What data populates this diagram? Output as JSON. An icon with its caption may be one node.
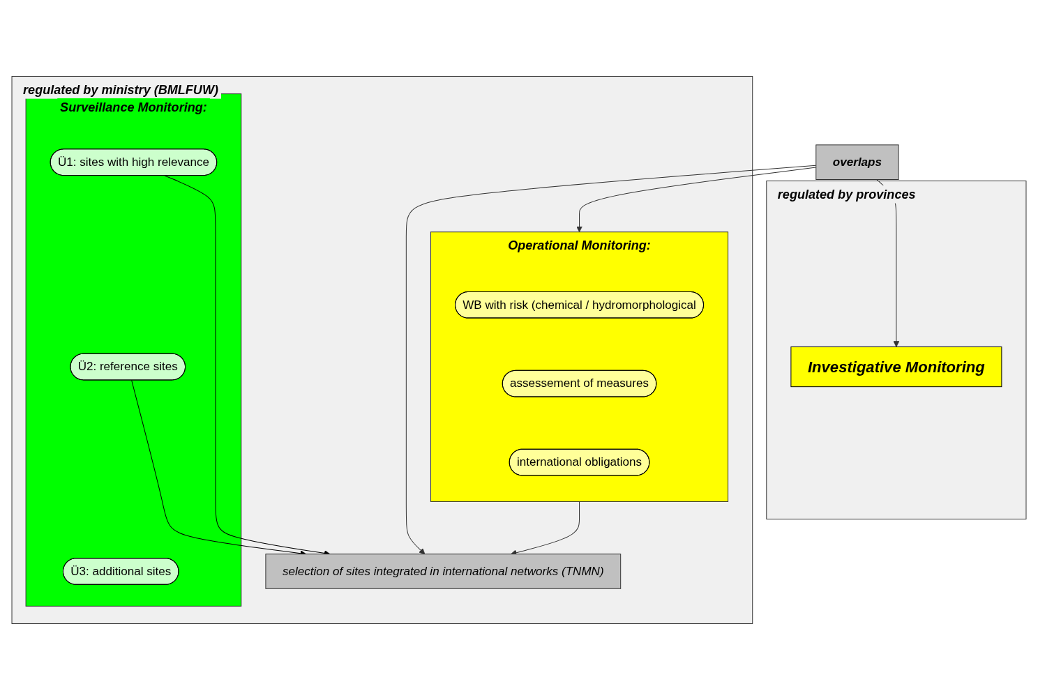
{
  "diagram": {
    "nodes": [
      {
        "text": [
          "regulated by ministry (BMLFUW)"
        ]
      },
      {
        "text": [
          "Surveillance Monitoring:"
        ],
        "in": 0
      },
      {
        "text": [
          "Ü1: sites with high relevance"
        ],
        "in": 1
      },
      {
        "text": [
          "Ü2: reference sites"
        ],
        "in": 1
      },
      {
        "text": [
          "Ü3: additional sites"
        ],
        "in": 1
      },
      {
        "text": [
          "Operational Monitoring:"
        ],
        "in": 0
      },
      {
        "text": [
          "WB with risk (chemical / hydromorphological"
        ],
        "in": 5
      },
      {
        "text": [
          "assessement of measures"
        ],
        "in": 5
      },
      {
        "text": [
          "international obligations"
        ],
        "in": 5
      },
      {
        "text": [
          "selection of sites integrated in international networks (TNMN)"
        ],
        "in": 0
      },
      {
        "text": [
          "overlaps"
        ]
      },
      {
        "text": [
          "regulated by provinces"
        ]
      },
      {
        "text": [
          "Investigative Monitoring"
        ],
        "in": 11
      }
    ],
    "edges": [
      {
        "from": 2,
        "to": 9,
        "arrow": "to"
      },
      {
        "from": 3,
        "to": 9,
        "arrow": "to"
      },
      {
        "from": 5,
        "to": 9,
        "arrow": "to"
      },
      {
        "from": 10,
        "to": 9,
        "arrow": "to"
      },
      {
        "from": 10,
        "to": 5,
        "arrow": "to"
      },
      {
        "from": 10,
        "to": 12,
        "arrow": "to"
      }
    ]
  }
}
